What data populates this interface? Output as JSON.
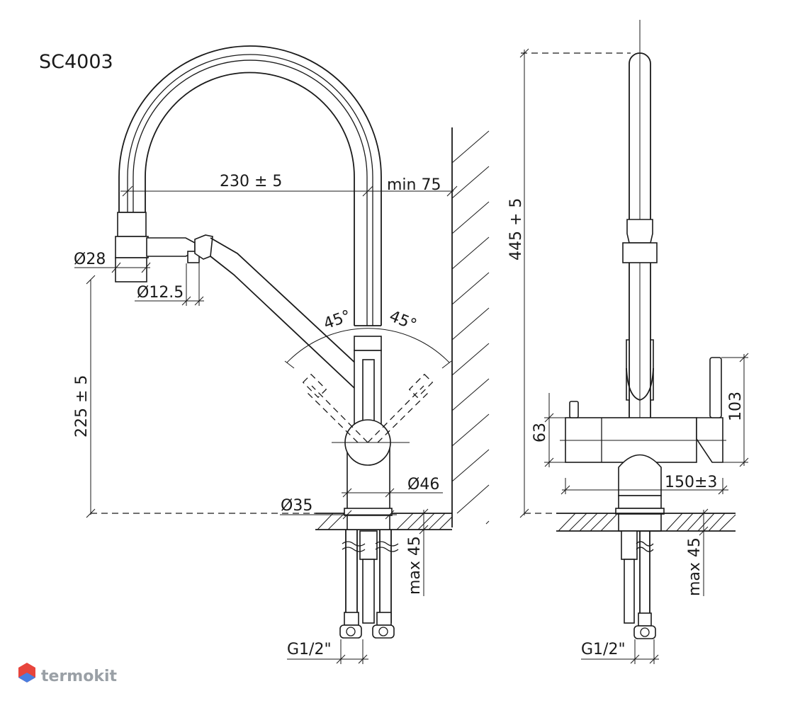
{
  "title": "SC4003",
  "dimensions": {
    "spout_reach": "230 ± 5",
    "wall_clearance": "min 75",
    "spout_diameter": "Ø28",
    "outlet_diameter": "Ø12.5",
    "left_angle": "45°",
    "right_angle": "45°",
    "height_under_spout": "225 ± 5",
    "body_diameter": "Ø46",
    "mount_diameter": "Ø35",
    "countertop_max_left": "max 45",
    "connection_left": "G1/2\"",
    "total_height": "445 + 5",
    "side_body_height": "63",
    "handle_height": "103",
    "handles_span": "150±3",
    "countertop_max_right": "max 45",
    "connection_right": "G1/2\""
  },
  "brand": {
    "name": "termokit",
    "logo_colors": [
      "#e8453c",
      "#4a7ee0",
      "#9aa0a6"
    ]
  }
}
